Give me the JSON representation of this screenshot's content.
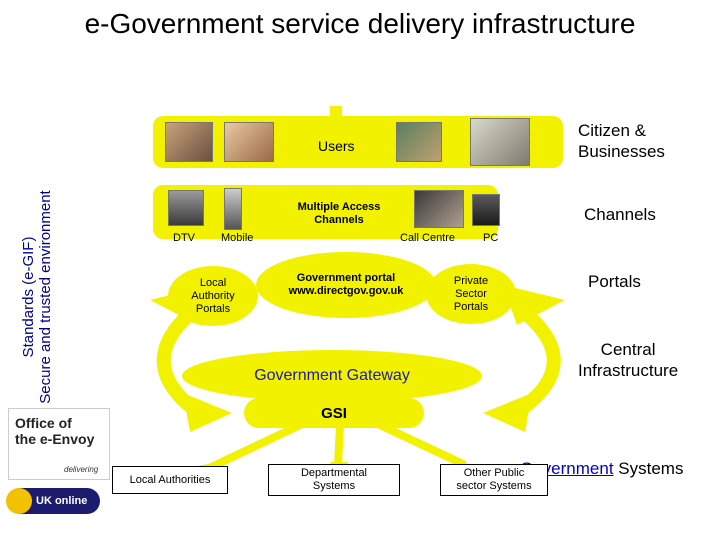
{
  "title": "e-Government service delivery infrastructure",
  "side_label": {
    "line1": "Standards (e-GIF)",
    "line2": "Secure and trusted environment"
  },
  "right_labels": {
    "citizens_line1": "Citizen &",
    "citizens_line2": "Businesses",
    "channels": "Channels",
    "portals": "Portals",
    "central_line1": "Central",
    "central_line2": "Infrastructure",
    "government_word": "Government",
    "systems_word": "Systems"
  },
  "users_band": {
    "label": "Users"
  },
  "channels_band": {
    "center_line1": "Multiple Access",
    "center_line2": "Channels",
    "items": [
      "DTV",
      "Mobile",
      "Call Centre",
      "PC"
    ]
  },
  "portals": {
    "local_line1": "Local",
    "local_line2": "Authority",
    "local_line3": "Portals",
    "gov_line1": "Government portal",
    "gov_line2": "www.directgov.gov.uk",
    "private_line1": "Private",
    "private_line2": "Sector",
    "private_line3": "Portals"
  },
  "gateway": {
    "label": "Government Gateway"
  },
  "gsi": {
    "label": "GSI"
  },
  "systems": {
    "local": "Local Authorities",
    "dept_line1": "Departmental",
    "dept_line2": "Systems",
    "other_line1": "Other Public",
    "other_line2": "sector Systems"
  },
  "logos": {
    "envoy_line1": "Office of",
    "envoy_line2": "the e-Envoy",
    "envoy_tag": "delivering",
    "ukonline": "UK online"
  },
  "colors": {
    "band_yellow": "#f2f200",
    "gateway_text": "#1a1aa0",
    "standards_text": "#00008b",
    "link_blue": "#0000cc"
  }
}
